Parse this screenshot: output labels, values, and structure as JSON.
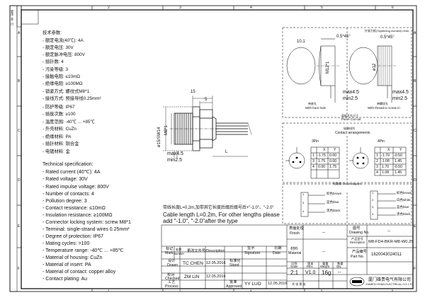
{
  "grid": {
    "top_numbers": [
      "2",
      "3",
      "4",
      "5",
      "6"
    ],
    "bottom_numbers": [
      "2",
      "3",
      "4",
      "5",
      "6"
    ],
    "left_letters": [
      "A",
      "B",
      "C",
      "D",
      "E",
      "F"
    ],
    "right_letters": [
      "A",
      "B",
      "C",
      "D",
      "E",
      "F"
    ]
  },
  "specs_cn": {
    "title": "技术参数:",
    "lines": [
      "- 额定电流(40℃): 4A",
      "- 额定电压: 30V",
      "- 额定脉冲电压: 800V",
      "- 插针数: 4",
      "- 污染等级: 3",
      "- 接触电阻: ≤10mΩ",
      "- 绝缘电阻: ≥100MΩ",
      "- 锁紧方式: 螺纹式M8*1",
      "- 接线方式: 预接导线0.25mm²",
      "- 防护等级: IP67",
      "- 插拔次数: ≥100",
      "- 温度范围: -40℃ ... +85℃",
      "- 外壳材料: CuZn",
      "- 绝缘材料: PA",
      "- 插针材料: 铜合金",
      "- 电镀材料: 金"
    ]
  },
  "specs_en": {
    "title": "Technical specification:",
    "lines": [
      "- Rated current (40℃): 4A",
      "- Rated voltage: 30V",
      "- Rated impulse voltage: 800V",
      "- Number of contacts: 4",
      "- Pollution degree: 3",
      "- Contact resistance: ≤10mΩ",
      "- Insulation resistance: ≥100MΩ",
      "- Connector locking system: screw M8*1",
      "- Terminal: single-strand wires 0.25mm²",
      "- Degree of protection: IP67",
      "- Mating cycles: >100",
      "- Temperature range: -40℃ ... +85℃",
      "- Material of housing: CuZn",
      "- Material of insert: PA",
      "- Material of contact: copper alloy",
      "- Contact plating: Au"
    ]
  },
  "main_drawing": {
    "dim_15": "15",
    "dim_5": "5",
    "dim_l": "L",
    "dim_dia15_sw14": "ø15/SW14",
    "dim_m8": "M8*1",
    "dim_max45": "max4.5",
    "dim_min25": "min2.5"
  },
  "panel": {
    "tightening_label": "拧紧力矩(Tightening moment):1Nm",
    "dim_101": "10.1",
    "chamfer_left": "0.5*45°",
    "chamfer_right": "0.5*45°",
    "dim_m12_left": "M12*1",
    "dim_m12_right": "ø12",
    "max_left": "max4.5",
    "min_left": "min2.5",
    "max_right": "max4.5",
    "min_right": "min2.5",
    "bore_cn": "带底孔",
    "bore_en": "With bore hole",
    "thread_cn": "带螺纹孔",
    "thread_en": "With thread to screw in",
    "cutout_cn": "面板开孔尺寸",
    "cutout_en": "Panel Cut-out"
  },
  "contacts": {
    "title_cn": "接触排列",
    "title_en": "Contact arrangements",
    "pin3_title": "3Pin",
    "pin4_title": "4Pin",
    "header": [
      "",
      "X",
      "Y"
    ],
    "pin3_rows": [
      [
        "1",
        "-1.75",
        "0.00"
      ],
      [
        "3",
        "1.75",
        "0.00"
      ],
      [
        "4",
        "0.00",
        "1.75"
      ]
    ],
    "pin4_rows": [
      [
        "1",
        "-1.70",
        "-0.50"
      ],
      [
        "2",
        "-1.08",
        "1.45"
      ],
      [
        "3",
        "1.70",
        "-0.50"
      ],
      [
        "4",
        "1.08",
        "1.45"
      ]
    ]
  },
  "circuit": {
    "title": "电路图 Circuit diagram",
    "left_pins": [
      "1",
      "3",
      "4"
    ],
    "left_labels": [
      "棕色brown",
      "蓝色blue",
      "黑色black"
    ],
    "right_pins": [
      "1",
      "2",
      "3",
      "4"
    ],
    "right_labels": [
      "棕色brown",
      "白色white",
      "蓝色blue",
      "黑色black"
    ]
  },
  "notes": {
    "cn": "带线长度L=0.2m,加带其它长度后缀后缀号后+\"-1.0\"、\"-2.0\"",
    "en1": "Cable length L=0.2m, For other lengths please",
    "en2": "add \"-1.0\", \"-2.0\"after the type"
  },
  "title_block": {
    "mark_cn": "标记",
    "mark_en": "Mark",
    "count_cn": "处数",
    "count_en": "Number",
    "mod_cn": "更改文件号/Description",
    "sig_cn": "签字",
    "sig_en": "Signature",
    "date_cn": "日期",
    "date_en": "Date",
    "drawn_cn": "设计",
    "drawn_en": "Drawn",
    "drawn_name": "TC CHEN",
    "drawn_date": "12.05.2016",
    "std_cn": "标准化",
    "std_en": "Stand",
    "checked_cn": "校对",
    "checked_en": "Checked",
    "checked_name": "ZM LIN",
    "checked_date": "12.05.2016",
    "process_cn": "工艺",
    "process_en": "Process",
    "approved_cn": "批准",
    "approved_en": "Approved",
    "approved_name": "YY LUO",
    "approved_date": "12.05.2016",
    "finish_cn": "表面处理",
    "finish_en": "Finish",
    "finish_val": "--",
    "material_cn": "材料",
    "material_en": "Material",
    "material_val": "--",
    "scale_cn": "比例",
    "scale_en": "Scale",
    "scale_val": "2:1",
    "rev_cn": "版本",
    "rev_en": "REV.",
    "rev_val": "V1.0",
    "weight_cn": "重量",
    "weight_en": "Weight",
    "weight_val": "16g",
    "qty_cn": "数量",
    "qty_en": "Qty.",
    "qty_val": "--",
    "drawing_no_cn": "图号",
    "drawing_no_en": "Drawing No.",
    "drawing_no_val": "--",
    "desc_cn": "产品型号",
    "desc_en": "Description",
    "desc_val": "M8-FD4-BKR-M8-W0.25",
    "part_no_cn": "产品编号",
    "part_no_en": "Part No.",
    "part_no_val": "1620043024011",
    "company_cn": "厦门雄贵电气有限公司",
    "company_en": "XIAMEN YIHAN ELECTRICAL CO.,LTD",
    "sheet_label": "共  张  第  张"
  },
  "revision_strip": {
    "labels": [
      "更改",
      "签",
      "日"
    ]
  }
}
